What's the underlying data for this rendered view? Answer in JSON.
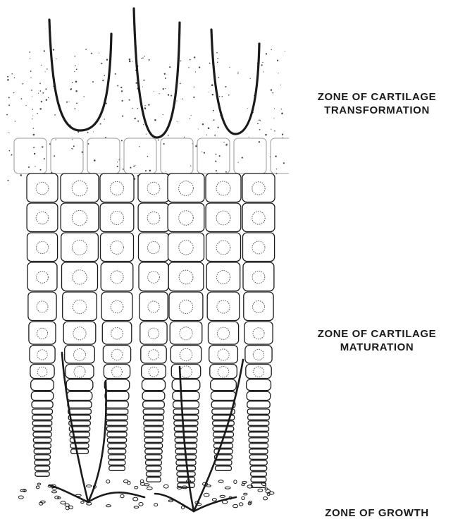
{
  "labels": {
    "transformation": {
      "line1": "ZONE OF CARTILAGE",
      "line2": "TRANSFORMATION"
    },
    "maturation": {
      "line1": "ZONE OF CARTILAGE",
      "line2": "MATURATION"
    },
    "growth": {
      "line1": "ZONE OF GROWTH"
    }
  },
  "colors": {
    "ink": "#1a1a1a",
    "background": "#ffffff"
  }
}
